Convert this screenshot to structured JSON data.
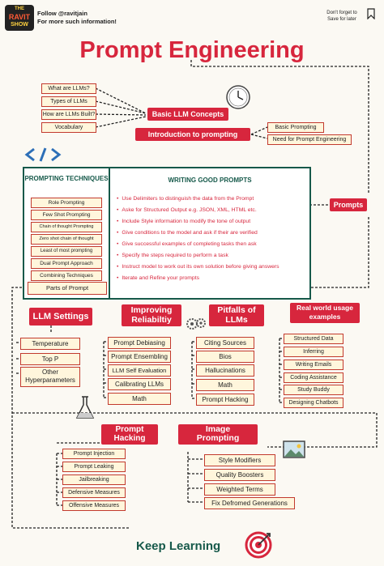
{
  "header": {
    "logo_line1": "THE",
    "logo_line2": "RAVIT",
    "logo_line3": "SHOW",
    "follow_line1": "Follow @ravitjain",
    "follow_line2": "For more such information!",
    "save_line1": "Don't forget to",
    "save_line2": "Save for later"
  },
  "title": "Prompt Engineering",
  "llm_questions": [
    "What are LLMs?",
    "Types of LLMs",
    "How are LLMs Built?",
    "Vocabulary"
  ],
  "basic_llm_concepts": "Basic LLM Concepts",
  "intro_prompting": "Introduction to prompting",
  "intro_items": [
    "Basic Prompting",
    "Need for Prompt Engineering"
  ],
  "prompts_label": "Prompts",
  "prompting_techniques": {
    "heading": "PROMPTING TECHNIQUES",
    "items": [
      "Role Prompting",
      "Few Shot Prompting",
      "Chain of thought Prompting",
      "Zero shot chain of thought",
      "Least of most prompting",
      "Dual Prompt Approach",
      "Combining Techniques"
    ],
    "parts": "Parts of Prompt"
  },
  "writing_good_prompts": {
    "heading": "WRITING GOOD PROMPTS",
    "bullets": [
      "Use Delimiters to distinguish the data from the Prompt",
      "Aske for Structured Output e.g. JSON, XML, HTML etc.",
      "Include Style information to modify the tone of output",
      "Give conditions to the model and ask if their are verified",
      "Give successful examples of completing tasks then ask",
      "Specify the steps required to perform a task",
      "Instruct model to work out its own solution before giving answers",
      "Iterate and Refine your prompts"
    ]
  },
  "llm_settings": {
    "title": "LLM Settings",
    "items": [
      "Temperature",
      "Top P",
      "Other Hyperparameters"
    ]
  },
  "improving_reliability": {
    "title_line1": "Improving",
    "title_line2": "Reliabiltiy",
    "items": [
      "Prompt Debiasing",
      "Prompt Ensembling",
      "LLM Self Evaluation",
      "Calibrating LLMs",
      "Math"
    ]
  },
  "pitfalls": {
    "title_line1": "Pitfalls of",
    "title_line2": "LLMs",
    "items": [
      "Citing Sources",
      "Bios",
      "Hallucinations",
      "Math",
      "Prompt Hacking"
    ]
  },
  "real_world": {
    "title_line1": "Real world usage",
    "title_line2": "examples",
    "items": [
      "Structured Data",
      "Inferring",
      "Writing Emails",
      "Coding Assistance",
      "Study Buddy",
      "Designing Chatbots"
    ]
  },
  "prompt_hacking": {
    "title_line1": "Prompt",
    "title_line2": "Hacking",
    "items": [
      "Prompt Injection",
      "Prompt Leaking",
      "Jailbreaking",
      "Defensive Measures",
      "Offensive Measures"
    ]
  },
  "image_prompting": {
    "title_line1": "Image",
    "title_line2": "Prompting",
    "items": [
      "Style Modifiers",
      "Quality Boosters",
      "Weighted Terms",
      "Fix Defromed Generations"
    ]
  },
  "footer": "Keep Learning",
  "colors": {
    "accent": "#d7263d",
    "green": "#16594a",
    "pill_bg": "#fff6dc"
  },
  "icons": [
    "clock-icon",
    "code-icon",
    "gears-icon",
    "flask-icon",
    "image-icon",
    "target-icon",
    "bookmark-icon"
  ]
}
